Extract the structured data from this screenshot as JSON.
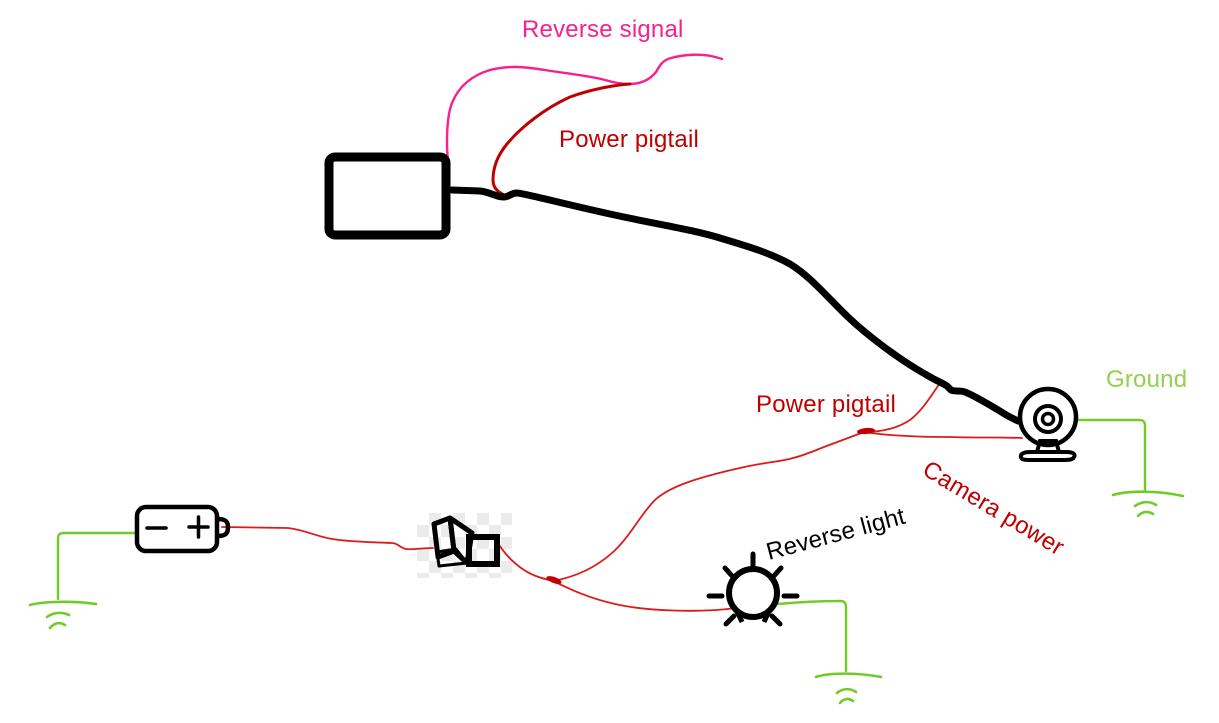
{
  "colors": {
    "pink": "#F7208E",
    "dark-red": "#C00000",
    "wire-red": "#DD1A1A",
    "wire-green": "#70CB27",
    "green-text": "#92D050"
  },
  "labels": {
    "reverse_signal": "Reverse signal",
    "power_pigtail_top": "Power pigtail",
    "power_pigtail_mid": "Power pigtail",
    "camera_power": "Camera power",
    "ground": "Ground",
    "reverse_light": "Reverse light"
  },
  "icons": [
    "monitor-icon",
    "camera-icon",
    "battery-icon",
    "relay-icon",
    "bulb-icon",
    "ground-symbol-left",
    "ground-symbol-right",
    "ground-symbol-bottom",
    "transparency-checkerboard"
  ],
  "wires": [
    "reverse-signal-wire",
    "power-pigtail-top-wire",
    "camera-cable",
    "power-pigtail-branch-wire",
    "camera-power-wire",
    "battery-to-relay-wire",
    "relay-to-junction-wire",
    "junction-to-bulb-wire",
    "battery-ground-wire",
    "camera-ground-wire",
    "bulb-ground-wire"
  ]
}
